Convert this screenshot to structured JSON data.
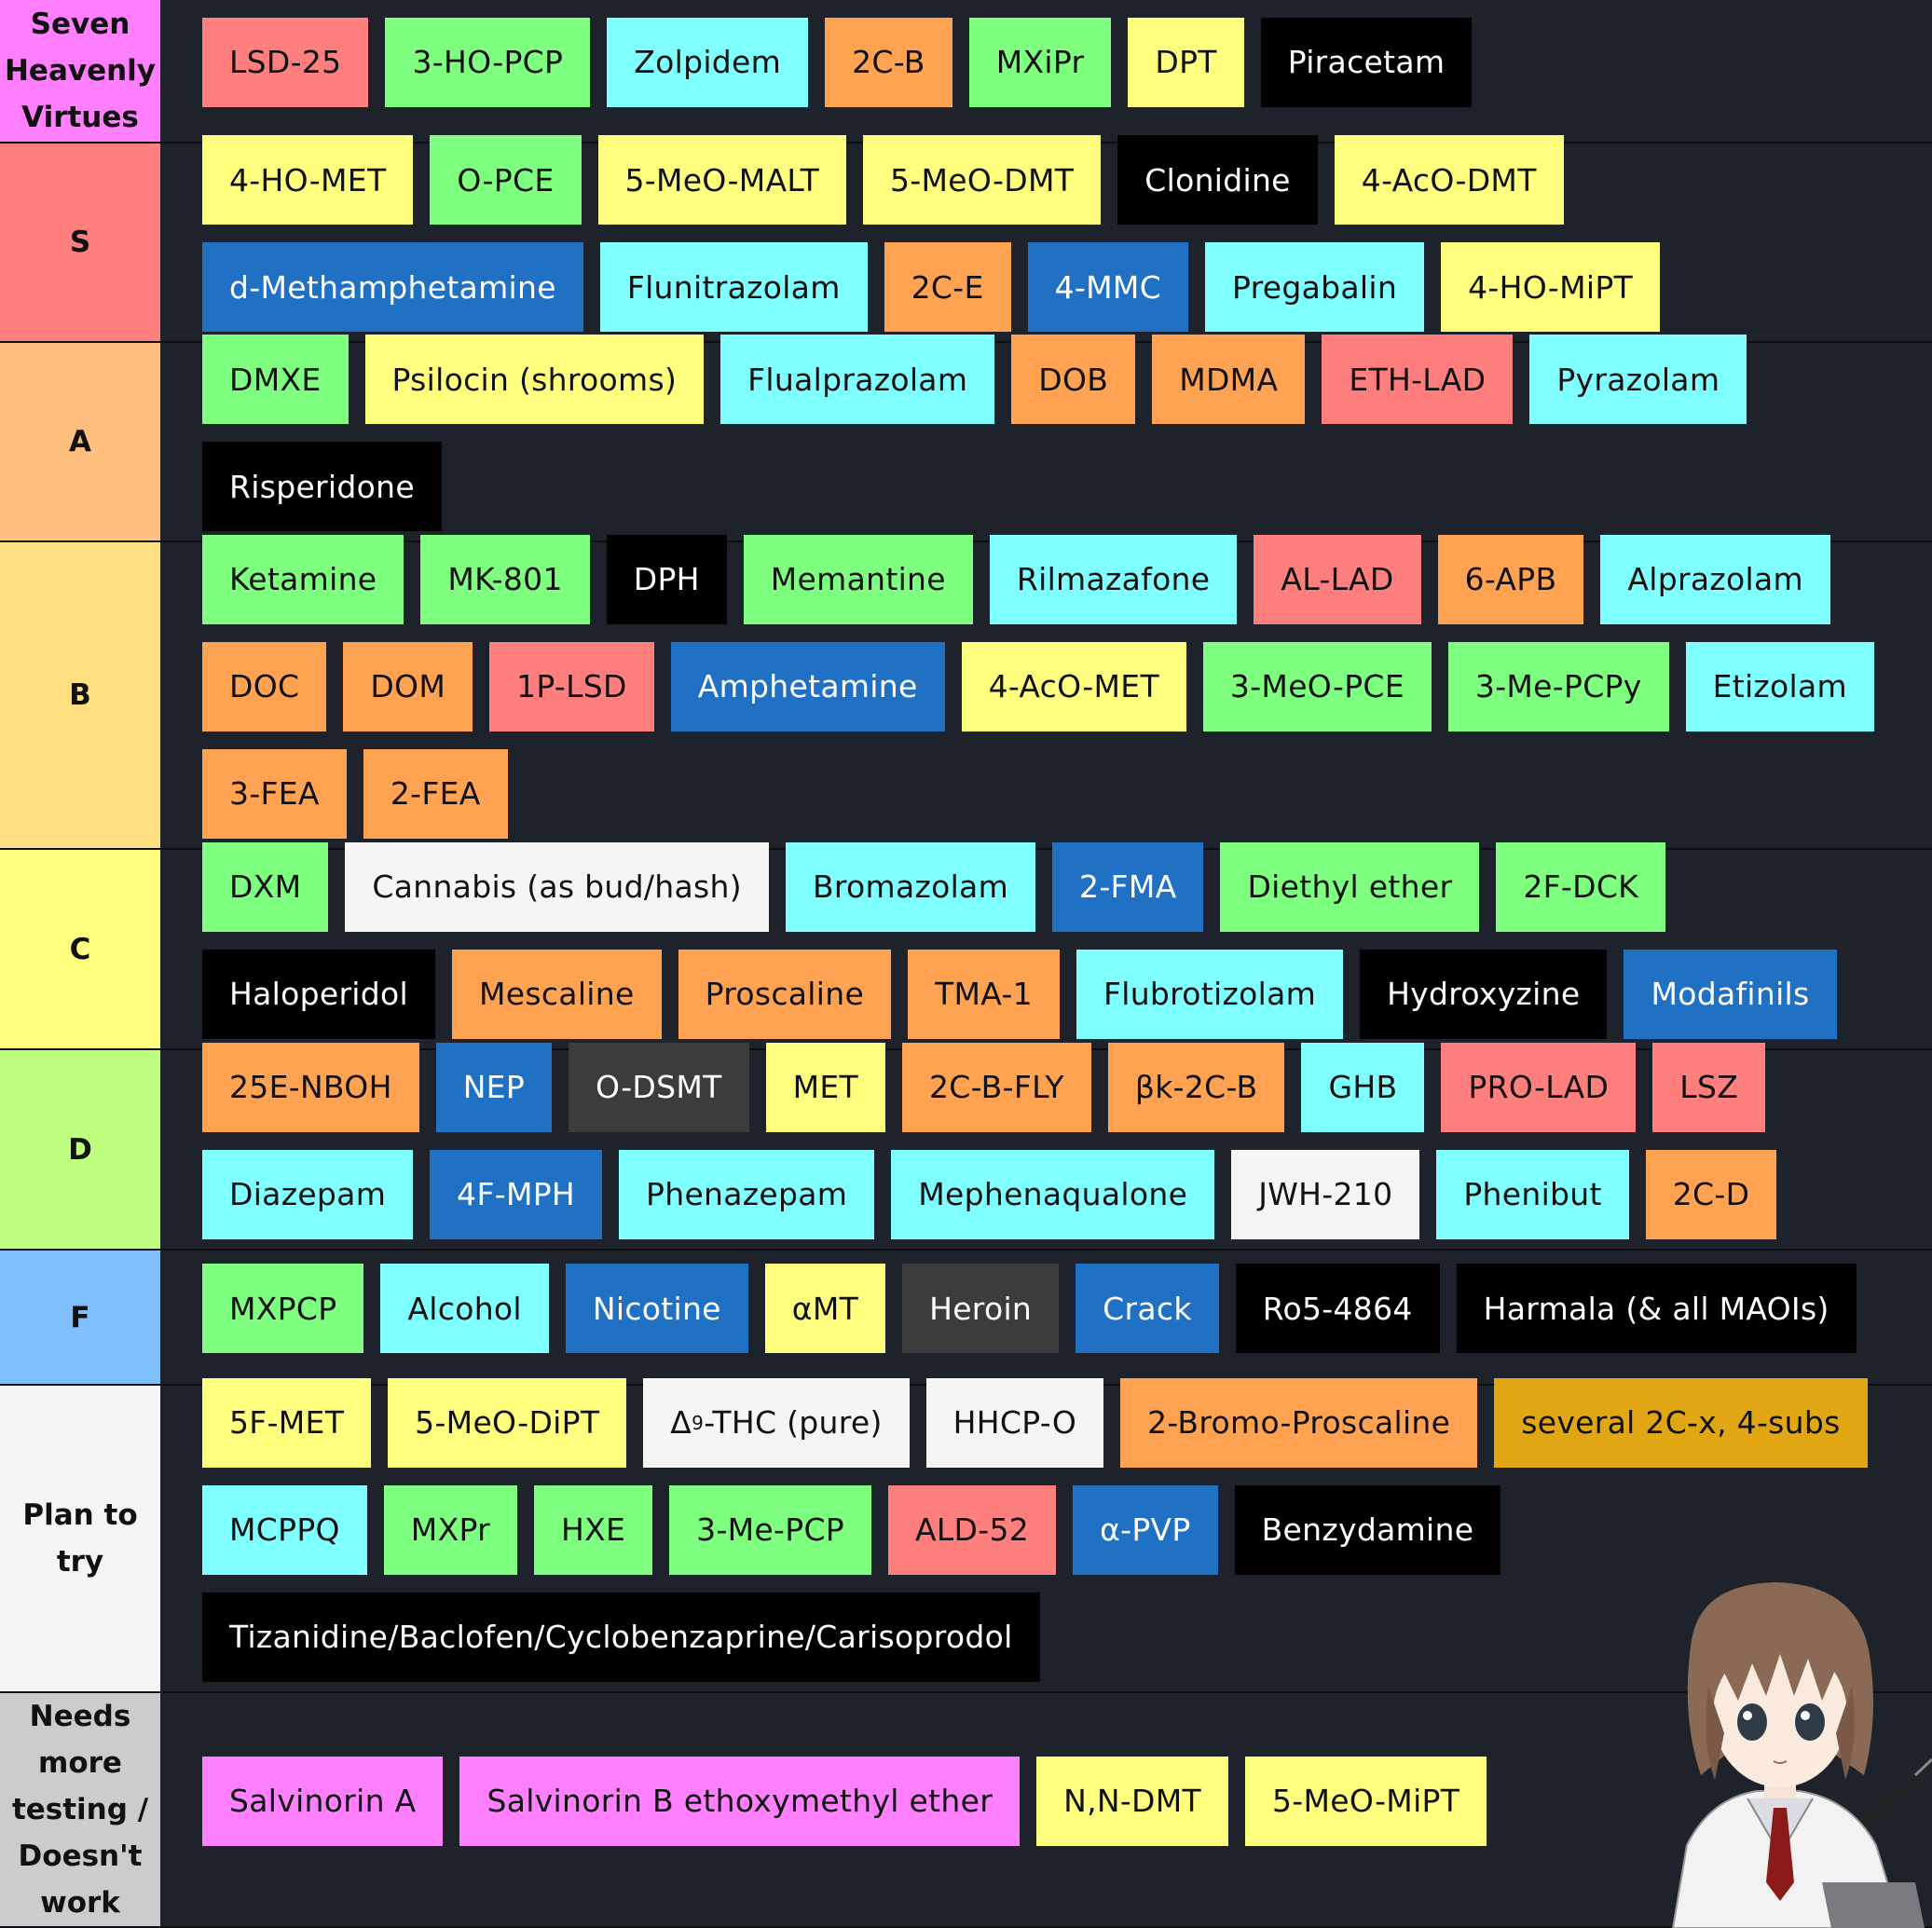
{
  "colors": {
    "red": "#ff7f7f",
    "green": "#7fff7f",
    "cyan": "#7fffff",
    "orange": "#ffa353",
    "yellow": "#ffff7f",
    "black": "#000000",
    "blue": "#2071c4",
    "white": "#f5f5f5",
    "grey": "#3c3c3c",
    "gold": "#e0a614",
    "pink": "#ff80ff",
    "background": "#1e222a"
  },
  "tiers": [
    {
      "label": "Seven Heavenly Virtues",
      "color": "#ff7fff",
      "items": [
        {
          "text": "LSD-25",
          "c": "red"
        },
        {
          "text": "3-HO-PCP",
          "c": "green"
        },
        {
          "text": "Zolpidem",
          "c": "cyan"
        },
        {
          "text": "2C-B",
          "c": "orange"
        },
        {
          "text": "MXiPr",
          "c": "green"
        },
        {
          "text": "DPT",
          "c": "yellow"
        },
        {
          "text": "Piracetam",
          "c": "black"
        }
      ]
    },
    {
      "label": "S",
      "color": "#ff7f7f",
      "items": [
        {
          "text": "4-HO-MET",
          "c": "yellow"
        },
        {
          "text": "O-PCE",
          "c": "green"
        },
        {
          "text": "5-MeO-MALT",
          "c": "yellow"
        },
        {
          "text": "5-MeO-DMT",
          "c": "yellow"
        },
        {
          "text": "Clonidine",
          "c": "black"
        },
        {
          "text": "4-AcO-DMT",
          "c": "yellow"
        },
        {
          "text": "d-Methamphetamine",
          "c": "blue"
        },
        {
          "text": "Flunitrazolam",
          "c": "cyan"
        },
        {
          "text": "2C-E",
          "c": "orange"
        },
        {
          "text": "4-MMC",
          "c": "blue"
        },
        {
          "text": "Pregabalin",
          "c": "cyan"
        },
        {
          "text": "4-HO-MiPT",
          "c": "yellow"
        }
      ]
    },
    {
      "label": "A",
      "color": "#ffbf7f",
      "items": [
        {
          "text": "DMXE",
          "c": "green"
        },
        {
          "text": "Psilocin (shrooms)",
          "c": "yellow"
        },
        {
          "text": "Flualprazolam",
          "c": "cyan"
        },
        {
          "text": "DOB",
          "c": "orange"
        },
        {
          "text": "MDMA",
          "c": "orange"
        },
        {
          "text": "ETH-LAD",
          "c": "red"
        },
        {
          "text": "Pyrazolam",
          "c": "cyan"
        },
        {
          "text": "Risperidone",
          "c": "black"
        }
      ]
    },
    {
      "label": "B",
      "color": "#ffdf7f",
      "items": [
        {
          "text": "Ketamine",
          "c": "green"
        },
        {
          "text": "MK-801",
          "c": "green"
        },
        {
          "text": "DPH",
          "c": "black"
        },
        {
          "text": "Memantine",
          "c": "green"
        },
        {
          "text": "Rilmazafone",
          "c": "cyan"
        },
        {
          "text": "AL-LAD",
          "c": "red"
        },
        {
          "text": "6-APB",
          "c": "orange"
        },
        {
          "text": "Alprazolam",
          "c": "cyan"
        },
        {
          "text": "DOC",
          "c": "orange"
        },
        {
          "text": "DOM",
          "c": "orange"
        },
        {
          "text": "1P-LSD",
          "c": "red"
        },
        {
          "text": "Amphetamine",
          "c": "blue"
        },
        {
          "text": "4-AcO-MET",
          "c": "yellow"
        },
        {
          "text": "3-MeO-PCE",
          "c": "green"
        },
        {
          "text": "3-Me-PCPy",
          "c": "green"
        },
        {
          "text": "Etizolam",
          "c": "cyan"
        },
        {
          "text": "3-FEA",
          "c": "orange"
        },
        {
          "text": "2-FEA",
          "c": "orange"
        }
      ]
    },
    {
      "label": "C",
      "color": "#ffff7f",
      "items": [
        {
          "text": "DXM",
          "c": "green"
        },
        {
          "text": "Cannabis (as bud/hash)",
          "c": "white"
        },
        {
          "text": "Bromazolam",
          "c": "cyan"
        },
        {
          "text": "2-FMA",
          "c": "blue"
        },
        {
          "text": "Diethyl ether",
          "c": "green"
        },
        {
          "text": "2F-DCK",
          "c": "green"
        },
        {
          "text": "Haloperidol",
          "c": "black"
        },
        {
          "text": "Mescaline",
          "c": "orange"
        },
        {
          "text": "Proscaline",
          "c": "orange"
        },
        {
          "text": "TMA-1",
          "c": "orange"
        },
        {
          "text": "Flubrotizolam",
          "c": "cyan"
        },
        {
          "text": "Hydroxyzine",
          "c": "black"
        },
        {
          "text": "Modafinils",
          "c": "blue"
        }
      ]
    },
    {
      "label": "D",
      "color": "#bfff7f",
      "items": [
        {
          "text": "25E-NBOH",
          "c": "orange"
        },
        {
          "text": "NEP",
          "c": "blue"
        },
        {
          "text": "O-DSMT",
          "c": "grey"
        },
        {
          "text": "MET",
          "c": "yellow"
        },
        {
          "text": "2C-B-FLY",
          "c": "orange"
        },
        {
          "text": "βk-2C-B",
          "c": "orange"
        },
        {
          "text": "GHB",
          "c": "cyan"
        },
        {
          "text": "PRO-LAD",
          "c": "red"
        },
        {
          "text": "LSZ",
          "c": "red"
        },
        {
          "text": "Diazepam",
          "c": "cyan"
        },
        {
          "text": "4F-MPH",
          "c": "blue"
        },
        {
          "text": "Phenazepam",
          "c": "cyan"
        },
        {
          "text": "Mephenaqualone",
          "c": "cyan"
        },
        {
          "text": "JWH-210",
          "c": "white"
        },
        {
          "text": "Phenibut",
          "c": "cyan"
        },
        {
          "text": "2C-D",
          "c": "orange"
        }
      ]
    },
    {
      "label": "F",
      "color": "#7fbfff",
      "items": [
        {
          "text": "MXPCP",
          "c": "green"
        },
        {
          "text": "Alcohol",
          "c": "cyan"
        },
        {
          "text": "Nicotine",
          "c": "blue"
        },
        {
          "text": "αMT",
          "c": "yellow"
        },
        {
          "text": "Heroin",
          "c": "grey"
        },
        {
          "text": "Crack",
          "c": "blue"
        },
        {
          "text": "Ro5-4864",
          "c": "black"
        },
        {
          "text": "Harmala (& all MAOIs)",
          "c": "black"
        }
      ]
    },
    {
      "label": "Plan to try",
      "color": "#f5f5f5",
      "items": [
        {
          "text": "5F-MET",
          "c": "yellow"
        },
        {
          "text": "5-MeO-DiPT",
          "c": "yellow"
        },
        {
          "text": "Δ9-THC (pure)",
          "c": "white",
          "sup": "9"
        },
        {
          "text": "HHCP-O",
          "c": "white"
        },
        {
          "text": "2-Bromo-Proscaline",
          "c": "orange"
        },
        {
          "text": "several 2C-x, 4-subs",
          "c": "gold"
        },
        {
          "text": "MCPPQ",
          "c": "cyan"
        },
        {
          "text": "MXPr",
          "c": "green"
        },
        {
          "text": "HXE",
          "c": "green"
        },
        {
          "text": "3-Me-PCP",
          "c": "green"
        },
        {
          "text": "ALD-52",
          "c": "red"
        },
        {
          "text": "α-PVP",
          "c": "blue"
        },
        {
          "text": "Benzydamine",
          "c": "black"
        },
        {
          "text": "Tizanidine/Baclofen/Cyclobenzaprine/Carisoprodol",
          "c": "black"
        }
      ]
    },
    {
      "label": "Needs more testing / Doesn't work",
      "color": "#cccccc",
      "items": [
        {
          "text": "Salvinorin A",
          "c": "pink"
        },
        {
          "text": "Salvinorin B ethoxymethyl ether",
          "c": "pink"
        },
        {
          "text": "N,N-DMT",
          "c": "yellow"
        },
        {
          "text": "5-MeO-MiPT",
          "c": "yellow"
        }
      ]
    }
  ]
}
